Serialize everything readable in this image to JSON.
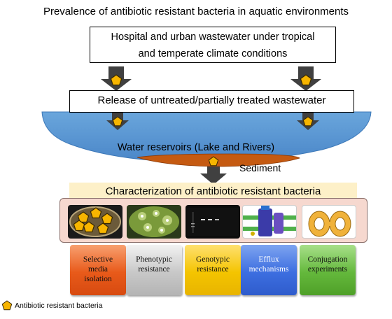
{
  "title": "Prevalence of antibiotic resistant bacteria in aquatic environments",
  "source_box": {
    "line1": "Hospital and urban wastewater under tropical",
    "line2": "and temperate climate conditions"
  },
  "release_box": "Release of untreated/partially treated wastewater",
  "reservoir_label": "Water reservoirs (Lake and Rivers)",
  "sediment_label": "Sediment",
  "characterization_title": "Characterization of antibiotic resistant bacteria",
  "methods": [
    {
      "line1": "Selective",
      "line2": "media",
      "line3": "isolation"
    },
    {
      "line1": "Phenotypic",
      "line2": "resistance",
      "line3": ""
    },
    {
      "line1": "Genotypic",
      "line2": "resistance",
      "line3": ""
    },
    {
      "line1": "Efflux",
      "line2": "mechanisms",
      "line3": ""
    },
    {
      "line1": "Conjugation",
      "line2": "experiments",
      "line3": ""
    }
  ],
  "legend": {
    "label": "Antibiotic resistant bacteria"
  },
  "colors": {
    "water": "#5b9bd5",
    "sediment": "#c55a11",
    "arrow": "#404040",
    "bacteria": "#f7b500",
    "characterization_bg": "#fdf0c8",
    "panel_bg": "#f6d8cf"
  },
  "icons": {
    "bacteria": "pentagon-icon",
    "arrow": "down-arrow-icon"
  }
}
